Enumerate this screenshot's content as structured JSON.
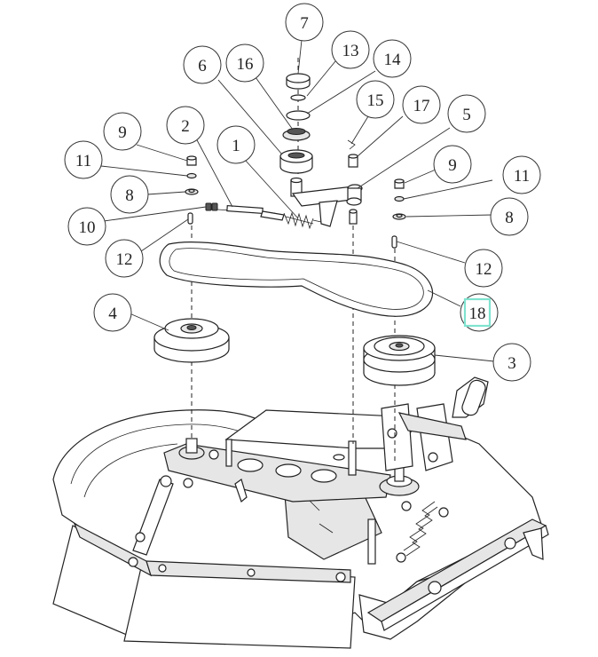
{
  "diagram": {
    "callouts": [
      {
        "id": "callout-7",
        "label": "7"
      },
      {
        "id": "callout-13",
        "label": "13"
      },
      {
        "id": "callout-16",
        "label": "16"
      },
      {
        "id": "callout-14",
        "label": "14"
      },
      {
        "id": "callout-6",
        "label": "6"
      },
      {
        "id": "callout-15",
        "label": "15"
      },
      {
        "id": "callout-17",
        "label": "17"
      },
      {
        "id": "callout-5",
        "label": "5"
      },
      {
        "id": "callout-9-left",
        "label": "9"
      },
      {
        "id": "callout-2",
        "label": "2"
      },
      {
        "id": "callout-1",
        "label": "1"
      },
      {
        "id": "callout-11-left",
        "label": "11"
      },
      {
        "id": "callout-8-left",
        "label": "8"
      },
      {
        "id": "callout-10",
        "label": "10"
      },
      {
        "id": "callout-12-left",
        "label": "12"
      },
      {
        "id": "callout-9-right",
        "label": "9"
      },
      {
        "id": "callout-11-right",
        "label": "11"
      },
      {
        "id": "callout-8-right",
        "label": "8"
      },
      {
        "id": "callout-12-right",
        "label": "12"
      },
      {
        "id": "callout-18",
        "label": "18"
      },
      {
        "id": "callout-4",
        "label": "4"
      },
      {
        "id": "callout-3",
        "label": "3"
      }
    ],
    "highlight_color": "#7fe3cf",
    "line_color": "#222222"
  }
}
